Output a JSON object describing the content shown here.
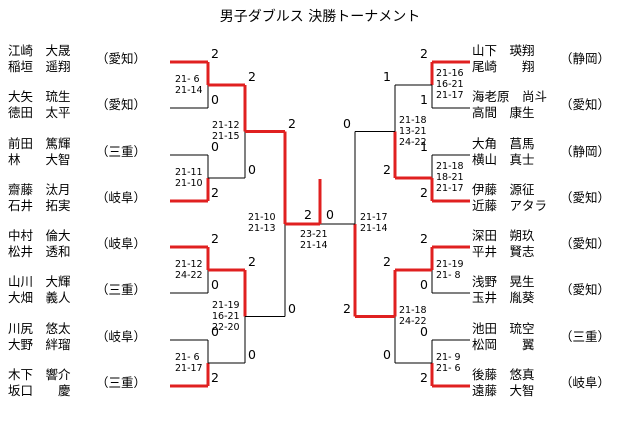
{
  "title": "男子ダブルス 決勝トーナメント",
  "left_teams": [
    {
      "players": [
        "江崎　大晟",
        "稲垣　遥翔"
      ],
      "pref": "（愛知）"
    },
    {
      "players": [
        "大矢　琉生",
        "徳田　太平"
      ],
      "pref": "（愛知）"
    },
    {
      "players": [
        "前田　篤輝",
        "林　　大智"
      ],
      "pref": "（三重）"
    },
    {
      "players": [
        "齋藤　汰月",
        "石井　拓実"
      ],
      "pref": "（岐阜）"
    },
    {
      "players": [
        "中村　倫大",
        "松井　透和"
      ],
      "pref": "（岐阜）"
    },
    {
      "players": [
        "山川　大輝",
        "大畑　義人"
      ],
      "pref": "（三重）"
    },
    {
      "players": [
        "川尻　悠太",
        "大野　絆瑠"
      ],
      "pref": "（岐阜）"
    },
    {
      "players": [
        "木下　響介",
        "坂口　　慶"
      ],
      "pref": "（三重）"
    }
  ],
  "right_teams": [
    {
      "players": [
        "山下　瑛翔",
        "尾崎　　翔"
      ],
      "pref": "（静岡）"
    },
    {
      "players": [
        "海老原　尚斗",
        "高間　康生"
      ],
      "pref": "（愛知）"
    },
    {
      "players": [
        "大角　菖馬",
        "横山　真士"
      ],
      "pref": "（静岡）"
    },
    {
      "players": [
        "伊藤　源征",
        "近藤　アタラ"
      ],
      "pref": "（愛知）"
    },
    {
      "players": [
        "深田　朔玖",
        "平井　賢志"
      ],
      "pref": "（愛知）"
    },
    {
      "players": [
        "浅野　晃生",
        "玉井　胤葵"
      ],
      "pref": "（愛知）"
    },
    {
      "players": [
        "池田　琉空",
        "松岡　　翼"
      ],
      "pref": "（三重）"
    },
    {
      "players": [
        "後藤　悠真",
        "遠藤　大智"
      ],
      "pref": "（岐阜）"
    }
  ],
  "scores": {
    "l_r1": [
      "2",
      "0",
      "0",
      "2",
      "2",
      "0",
      "0",
      "2"
    ],
    "l_r2": [
      "2",
      "0",
      "2",
      "0"
    ],
    "l_r3": [
      "2",
      "0"
    ],
    "final": [
      "2",
      "0"
    ],
    "r_r3": [
      "0",
      "2"
    ],
    "r_r2": [
      "1",
      "2",
      "2",
      "0"
    ],
    "r_r1": [
      "2",
      "1",
      "1",
      "2",
      "2",
      "0",
      "0",
      "2"
    ]
  },
  "sets": {
    "l_r1": [
      [
        "21- 6",
        "21-14"
      ],
      [
        "21-11",
        "21-10"
      ],
      [
        "21-12",
        "24-22"
      ],
      [
        "21- 6",
        "21-17"
      ]
    ],
    "l_r2": [
      [
        "21-12",
        "21-15"
      ],
      [
        "21-19",
        "16-21",
        "22-20"
      ]
    ],
    "l_r3": [
      [
        "21-10",
        "21-13"
      ]
    ],
    "final": [
      [
        "23-21",
        "21-14"
      ]
    ],
    "r_r3": [
      [
        "21-17",
        "21-14"
      ]
    ],
    "r_r2": [
      [
        "21-18",
        "13-21",
        "24-22"
      ],
      [
        "21-18",
        "24-22"
      ]
    ],
    "r_r1": [
      [
        "21-16",
        "16-21",
        "21-17"
      ],
      [
        "21-18",
        "18-21",
        "21-17"
      ],
      [
        "21-19",
        "21- 8"
      ],
      [
        "21- 9",
        "21- 6"
      ]
    ]
  },
  "colors": {
    "win": "#e02020",
    "line": "#000000"
  }
}
